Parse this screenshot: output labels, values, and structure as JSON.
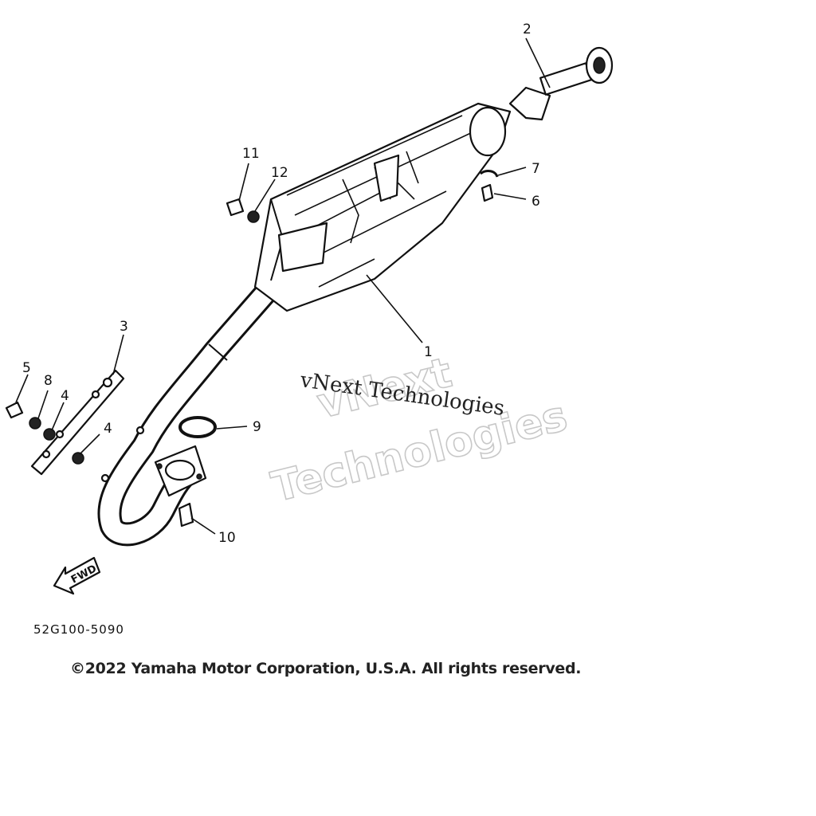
{
  "callouts": {
    "c1": "1",
    "c2": "2",
    "c3": "3",
    "c4a": "4",
    "c4b": "4",
    "c5": "5",
    "c6": "6",
    "c7": "7",
    "c8": "8",
    "c9": "9",
    "c10": "10",
    "c11": "11",
    "c12": "12"
  },
  "direction_label": "FWD",
  "drawing_number": "52G100-5090",
  "copyright": "©2022 Yamaha Motor Corporation, U.S.A. All rights reserved.",
  "watermark": {
    "line_serif": "vNext Technologies",
    "outline_top": "vNext",
    "outline_bottom": "Technologies"
  }
}
